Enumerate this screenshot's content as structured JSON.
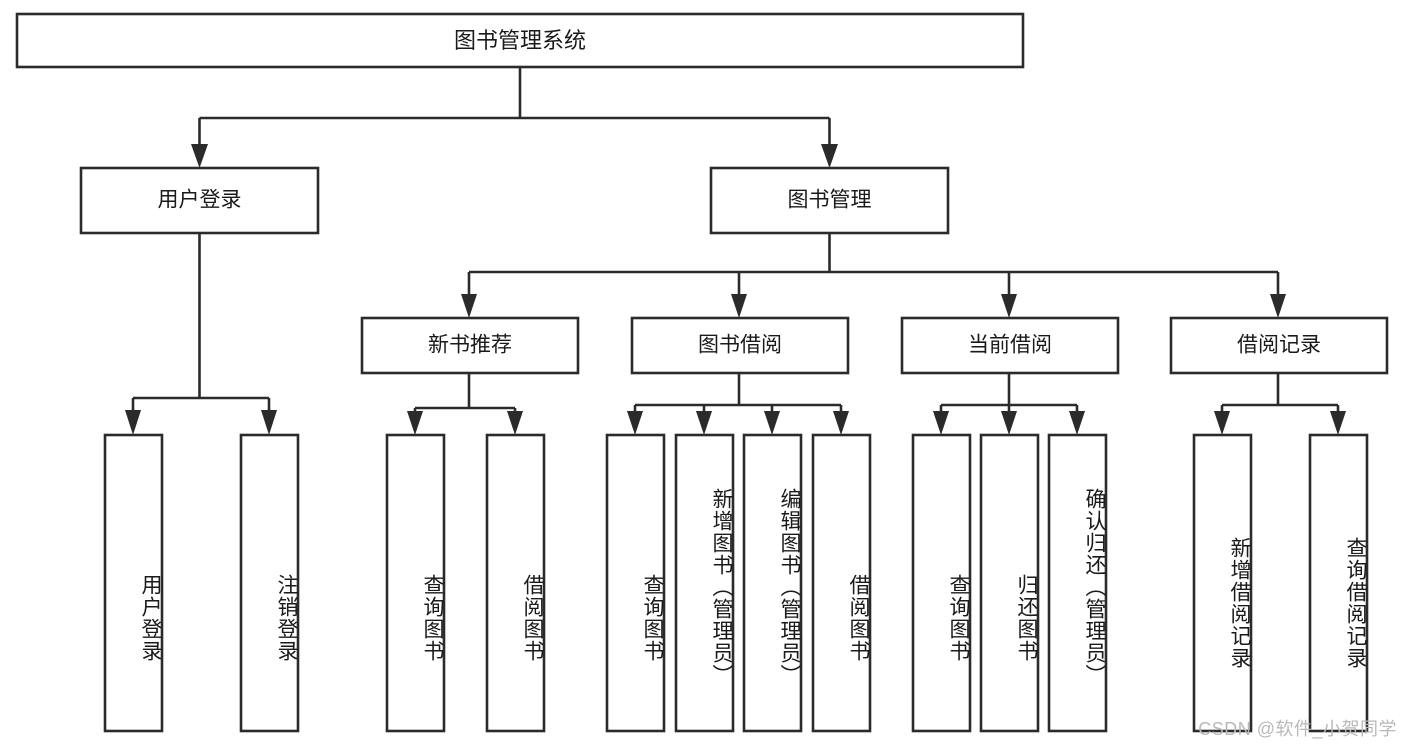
{
  "diagram": {
    "type": "hierarchy-tree",
    "title": "图书管理系统",
    "watermark": "CSDN @软件_小贺同学",
    "colors": {
      "stroke": "#2b2b2b",
      "fill": "#ffffff",
      "text": "#1a1a1a",
      "watermark": "#b9b9b9",
      "background": "#ffffff"
    },
    "levels": {
      "root": {
        "label": "图书管理系统"
      },
      "level2": [
        {
          "label": "用户登录"
        },
        {
          "label": "图书管理"
        }
      ],
      "level3": [
        {
          "label": "新书推荐"
        },
        {
          "label": "图书借阅"
        },
        {
          "label": "当前借阅"
        },
        {
          "label": "借阅记录"
        }
      ],
      "leaves": [
        {
          "label": "用户登录",
          "parent": "用户登录"
        },
        {
          "label": "注销登录",
          "parent": "用户登录"
        },
        {
          "label": "查询图书",
          "parent": "新书推荐"
        },
        {
          "label": "借阅图书",
          "parent": "新书推荐"
        },
        {
          "label": "查询图书",
          "parent": "图书借阅"
        },
        {
          "label": "新增图书（管理员）",
          "parent": "图书借阅"
        },
        {
          "label": "编辑图书（管理员）",
          "parent": "图书借阅"
        },
        {
          "label": "借阅图书",
          "parent": "图书借阅"
        },
        {
          "label": "查询图书",
          "parent": "当前借阅"
        },
        {
          "label": "归还图书",
          "parent": "当前借阅"
        },
        {
          "label": "确认归还（管理员）",
          "parent": "当前借阅"
        },
        {
          "label": "新增借阅记录",
          "parent": "借阅记录"
        },
        {
          "label": "查询借阅记录",
          "parent": "借阅记录"
        }
      ]
    }
  }
}
